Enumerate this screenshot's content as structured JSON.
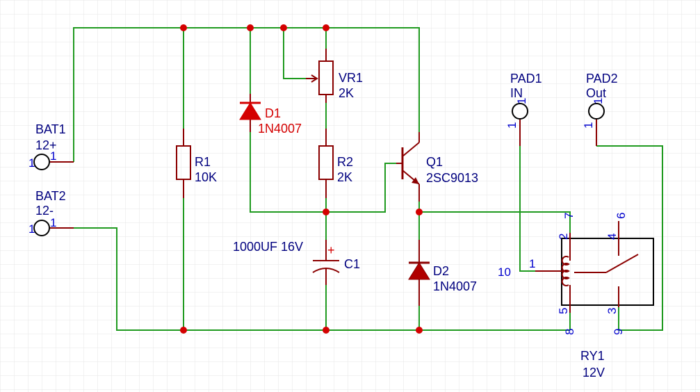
{
  "colors": {
    "wire": "#1f9a1f",
    "component": "#8b0000",
    "junction": "#d40000",
    "label": "#00007f",
    "highlight": "#d40000",
    "pin_number": "#0000cc"
  },
  "bat1": {
    "ref": "BAT1",
    "value": "12+",
    "pin_left": "1",
    "pin_right": "1"
  },
  "bat2": {
    "ref": "BAT2",
    "value": "12-",
    "pin_left": "1",
    "pin_right": "1"
  },
  "r1": {
    "ref": "R1",
    "value": "10K"
  },
  "d1": {
    "ref": "D1",
    "value": "1N4007"
  },
  "vr1": {
    "ref": "VR1",
    "value": "2K"
  },
  "r2": {
    "ref": "R2",
    "value": "2K"
  },
  "c1": {
    "ref": "C1",
    "value": "1000UF 16V",
    "plus": "+"
  },
  "q1": {
    "ref": "Q1",
    "value": "2SC9013"
  },
  "d2": {
    "ref": "D2",
    "value": "1N4007"
  },
  "pad1": {
    "ref": "PAD1",
    "value": "IN",
    "pin_a": "1",
    "pin_b": "1"
  },
  "pad2": {
    "ref": "PAD2",
    "value": "Out",
    "pin_a": "1",
    "pin_b": "1"
  },
  "ry1": {
    "ref": "RY1",
    "value": "12V",
    "pins": {
      "p1": "1",
      "p2": "2",
      "p3": "3",
      "p4": "4",
      "p5": "5",
      "p6": "6",
      "p7": "7",
      "p8": "8",
      "p9": "9",
      "p10": "10"
    }
  }
}
